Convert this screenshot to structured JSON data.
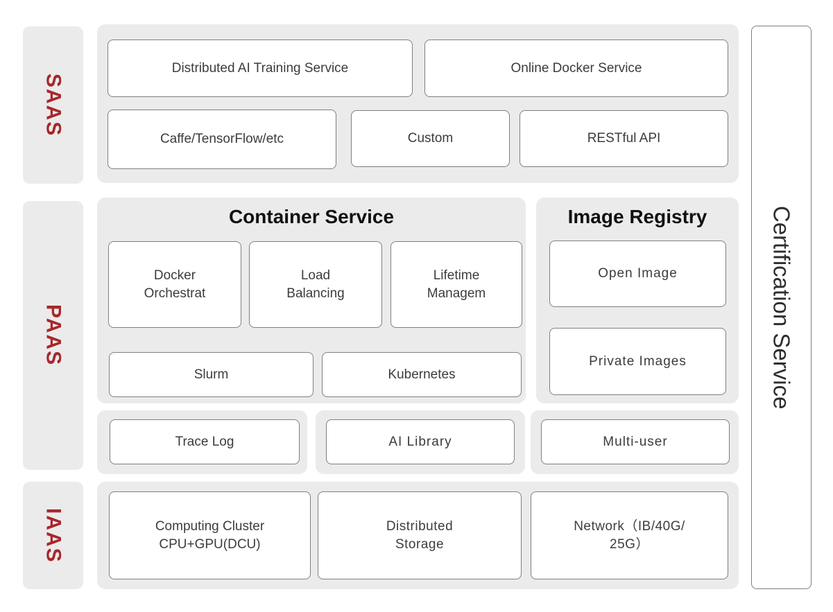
{
  "layer_labels": {
    "saas": "SAAS",
    "paas": "PAAS",
    "iaas": "IAAS"
  },
  "saas": {
    "distributed_ai_training": "Distributed AI Training Service",
    "online_docker": "Online Docker Service",
    "caffe_tensorflow": "Caffe/TensorFlow/etc",
    "custom": "Custom",
    "restful_api": "RESTful API"
  },
  "paas": {
    "container_service": {
      "title": "Container Service",
      "docker_orchestrat": [
        "Docker",
        "Orchestrat"
      ],
      "load_balancing": [
        "Load",
        "Balancing"
      ],
      "lifetime_managem": [
        "Lifetime",
        "Managem"
      ],
      "slurm": "Slurm",
      "kubernetes": "Kubernetes"
    },
    "image_registry": {
      "title": "Image Registry",
      "open_image": "Open Image",
      "private_images": "Private Images"
    },
    "trace_log": "Trace Log",
    "ai_library": "AI Library",
    "multi_user": "Multi-user"
  },
  "iaas": {
    "computing_cluster": [
      "Computing Cluster",
      "CPU+GPU(DCU)"
    ],
    "distributed_storage": [
      "Distributed",
      "Storage"
    ],
    "network": [
      "Network（IB/40G/",
      "25G）"
    ]
  },
  "certification": {
    "label": "Certification Service"
  },
  "colors": {
    "accent_red": "#a8272b",
    "panel_gray": "#ebebeb",
    "box_border": "#7f7f7f",
    "box_text": "#3c3c3c",
    "title_text": "#111111"
  }
}
